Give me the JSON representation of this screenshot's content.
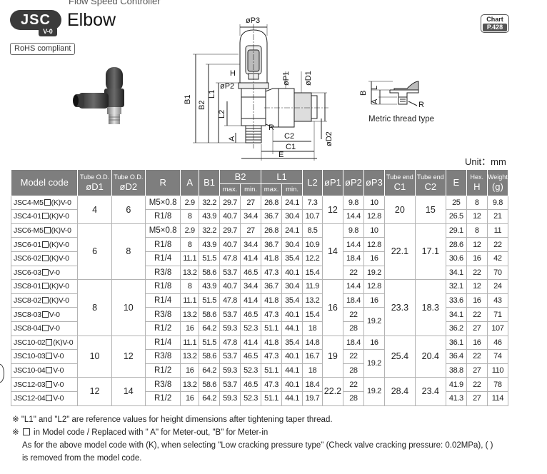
{
  "header": {
    "series_badge": "JSC",
    "series_sub": "V-0",
    "title": "Elbow",
    "rohs": "RoHS compliant",
    "chart_tag_top": "Chart",
    "chart_tag_page": "P.428",
    "top_cut_text": "Flow Speed Controller"
  },
  "drawing": {
    "labels": {
      "p3": "øP3",
      "p1": "øP1",
      "d1": "øD1",
      "p2": "øP2",
      "d2": "øD2",
      "b1": "B1",
      "b2": "B2",
      "l1": "L1",
      "l2": "L2",
      "h": "H",
      "a": "A",
      "r": "R",
      "c2": "C2",
      "c1": "C1",
      "e": "E"
    },
    "metric_labels": {
      "b": "B",
      "l": "L",
      "a": "A",
      "r": "R"
    },
    "metric_caption": "Metric thread type"
  },
  "unit": "Unit：mm",
  "table": {
    "headers": {
      "model": "Model code",
      "d1_top": "Tube O.D.",
      "d1_sym": "øD1",
      "d2_top": "Tube O.D.",
      "d2_sym": "øD2",
      "r": "R",
      "a": "A",
      "b1": "B1",
      "b2": "B2",
      "l1": "L1",
      "l2": "L2",
      "p1": "øP1",
      "p2": "øP2",
      "p3": "øP3",
      "c1_top": "Tube end",
      "c1_sym": "C1",
      "c2_top": "Tube end",
      "c2_sym": "C2",
      "e": "E",
      "h_top": "Hex.",
      "h_sym": "H",
      "w_top": "Weight",
      "w_sym": "(g)",
      "max": "max.",
      "min": "min."
    },
    "groups": [
      {
        "d1": "4",
        "d2": "6",
        "p1": "12",
        "c1": "20",
        "c2": "15",
        "rows": [
          {
            "pre": "JSC4-M5",
            "post": "(K)V-0",
            "r": "M5×0.8",
            "a": "2.9",
            "b1": "32.2",
            "b2max": "29.7",
            "b2min": "27",
            "l1max": "26.8",
            "l1min": "24.1",
            "l2": "7.3",
            "p2": "9.8",
            "p3": "10",
            "e": "25",
            "h": "8",
            "w": "9.8"
          },
          {
            "pre": "JSC4-01",
            "post": "(K)V-0",
            "r": "R1/8",
            "a": "8",
            "b1": "43.9",
            "b2max": "40.7",
            "b2min": "34.4",
            "l1max": "36.7",
            "l1min": "30.4",
            "l2": "10.7",
            "p2": "14.4",
            "p3": "12.8",
            "e": "26.5",
            "h": "12",
            "w": "21"
          }
        ]
      },
      {
        "d1": "6",
        "d2": "8",
        "p1": "14",
        "c1": "22.1",
        "c2": "17.1",
        "rows": [
          {
            "pre": "JSC6-M5",
            "post": "(K)V-0",
            "r": "M5×0.8",
            "a": "2.9",
            "b1": "32.2",
            "b2max": "29.7",
            "b2min": "27",
            "l1max": "26.8",
            "l1min": "24.1",
            "l2": "8.5",
            "p2": "9.8",
            "p3": "10",
            "e": "29.1",
            "h": "8",
            "w": "11"
          },
          {
            "pre": "JSC6-01",
            "post": "(K)V-0",
            "r": "R1/8",
            "a": "8",
            "b1": "43.9",
            "b2max": "40.7",
            "b2min": "34.4",
            "l1max": "36.7",
            "l1min": "30.4",
            "l2": "10.9",
            "p2": "14.4",
            "p3": "12.8",
            "e": "28.6",
            "h": "12",
            "w": "22"
          },
          {
            "pre": "JSC6-02",
            "post": "(K)V-0",
            "r": "R1/4",
            "a": "11.1",
            "b1": "51.5",
            "b2max": "47.8",
            "b2min": "41.4",
            "l1max": "41.8",
            "l1min": "35.4",
            "l2": "12.2",
            "p2": "18.4",
            "p3": "16",
            "e": "30.6",
            "h": "16",
            "w": "42"
          },
          {
            "pre": "JSC6-03",
            "post": "V-0",
            "r": "R3/8",
            "a": "13.2",
            "b1": "58.6",
            "b2max": "53.7",
            "b2min": "46.5",
            "l1max": "47.3",
            "l1min": "40.1",
            "l2": "15.4",
            "p2": "22",
            "p3": "19.2",
            "e": "34.1",
            "h": "22",
            "w": "70"
          }
        ]
      },
      {
        "d1": "8",
        "d2": "10",
        "p1": "16",
        "c1": "23.3",
        "c2": "18.3",
        "rows": [
          {
            "pre": "JSC8-01",
            "post": "(K)V-0",
            "r": "R1/8",
            "a": "8",
            "b1": "43.9",
            "b2max": "40.7",
            "b2min": "34.4",
            "l1max": "36.7",
            "l1min": "30.4",
            "l2": "11.9",
            "p2": "14.4",
            "p3": "12.8",
            "e": "32.1",
            "h": "12",
            "w": "24"
          },
          {
            "pre": "JSC8-02",
            "post": "(K)V-0",
            "r": "R1/4",
            "a": "11.1",
            "b1": "51.5",
            "b2max": "47.8",
            "b2min": "41.4",
            "l1max": "41.8",
            "l1min": "35.4",
            "l2": "13.2",
            "p2": "18.4",
            "p3": "16",
            "e": "33.6",
            "h": "16",
            "w": "43"
          },
          {
            "pre": "JSC8-03",
            "post": "V-0",
            "r": "R3/8",
            "a": "13.2",
            "b1": "58.6",
            "b2max": "53.7",
            "b2min": "46.5",
            "l1max": "47.3",
            "l1min": "40.1",
            "l2": "15.4",
            "p2": "22",
            "p3": "19.2",
            "e": "34.1",
            "h": "22",
            "w": "71"
          },
          {
            "pre": "JSC8-04",
            "post": "V-0",
            "r": "R1/2",
            "a": "16",
            "b1": "64.2",
            "b2max": "59.3",
            "b2min": "52.3",
            "l1max": "51.1",
            "l1min": "44.1",
            "l2": "18",
            "p2": "28",
            "p3": "",
            "e": "36.2",
            "h": "27",
            "w": "107"
          }
        ]
      },
      {
        "d1": "10",
        "d2": "12",
        "p1": "19",
        "c1": "25.4",
        "c2": "20.4",
        "rows": [
          {
            "pre": "JSC10-02",
            "post": "(K)V-0",
            "r": "R1/4",
            "a": "11.1",
            "b1": "51.5",
            "b2max": "47.8",
            "b2min": "41.4",
            "l1max": "41.8",
            "l1min": "35.4",
            "l2": "14.8",
            "p2": "18.4",
            "p3": "16",
            "e": "36.1",
            "h": "16",
            "w": "46"
          },
          {
            "pre": "JSC10-03",
            "post": "V-0",
            "r": "R3/8",
            "a": "13.2",
            "b1": "58.6",
            "b2max": "53.7",
            "b2min": "46.5",
            "l1max": "47.3",
            "l1min": "40.1",
            "l2": "16.7",
            "p2": "22",
            "p3": "19.2",
            "e": "36.4",
            "h": "22",
            "w": "74"
          },
          {
            "pre": "JSC10-04",
            "post": "V-0",
            "r": "R1/2",
            "a": "16",
            "b1": "64.2",
            "b2max": "59.3",
            "b2min": "52.3",
            "l1max": "51.1",
            "l1min": "44.1",
            "l2": "18",
            "p2": "28",
            "p3": "",
            "e": "38.8",
            "h": "27",
            "w": "110"
          }
        ]
      },
      {
        "d1": "12",
        "d2": "14",
        "p1": "22.2",
        "c1": "28.4",
        "c2": "23.4",
        "p3": "19.2",
        "rows": [
          {
            "pre": "JSC12-03",
            "post": "V-0",
            "r": "R3/8",
            "a": "13.2",
            "b1": "58.6",
            "b2max": "53.7",
            "b2min": "46.5",
            "l1max": "47.3",
            "l1min": "40.1",
            "l2": "18.4",
            "p2": "22",
            "e": "41.9",
            "h": "22",
            "w": "78"
          },
          {
            "pre": "JSC12-04",
            "post": "V-0",
            "r": "R1/2",
            "a": "16",
            "b1": "64.2",
            "b2max": "59.3",
            "b2min": "52.3",
            "l1max": "51.1",
            "l1min": "44.1",
            "l2": "19.7",
            "p2": "28",
            "e": "41.3",
            "h": "27",
            "w": "114"
          }
        ]
      }
    ]
  },
  "notes": {
    "n1": "※ \"L1\" and \"L2\" are reference values for height dimensions after tightening taper thread.",
    "n2_pre": "※",
    "n2_post": "in Model code /  Replaced with \" A\" for Meter-out, \"B\" for Meter-in",
    "n3": "As for the above model code with (K), when selecting \"Low cracking pressure type\" (Check valve cracking pressure: 0.02MPa), ( )",
    "n4": "is removed from the model code."
  }
}
